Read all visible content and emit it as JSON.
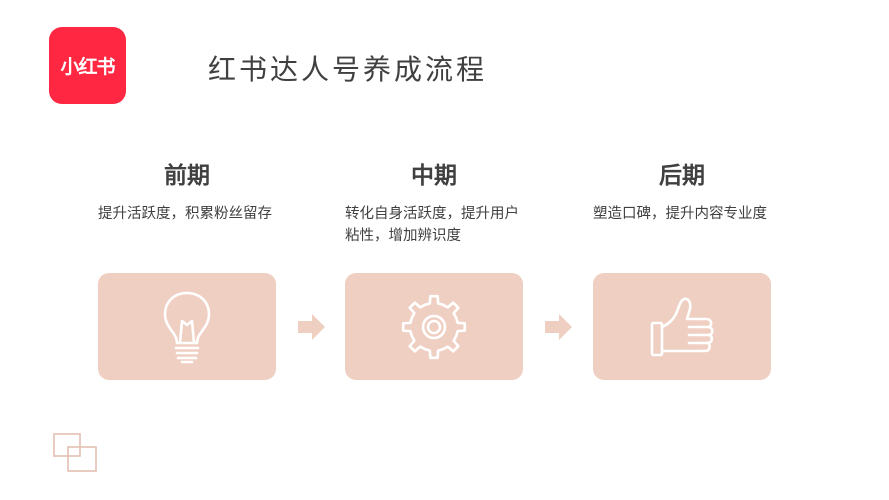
{
  "logo": {
    "text": "小红书",
    "color": "#ff2741"
  },
  "title": "红书达人号养成流程",
  "stages": [
    {
      "heading": "前期",
      "description": "提升活跃度，积累粉丝留存",
      "icon": "lightbulb-icon"
    },
    {
      "heading": "中期",
      "description": "转化自身活跃度，提升用户粘性，增加辨识度",
      "icon": "gear-icon"
    },
    {
      "heading": "后期",
      "description": "塑造口碑，提升内容专业度",
      "icon": "thumbs-up-icon"
    }
  ],
  "colors": {
    "card": "#f0cfc3",
    "arrow": "#f0cfc3",
    "text": "#404040",
    "icon_stroke": "#ffffff",
    "decoration": "#e3c0b2"
  }
}
